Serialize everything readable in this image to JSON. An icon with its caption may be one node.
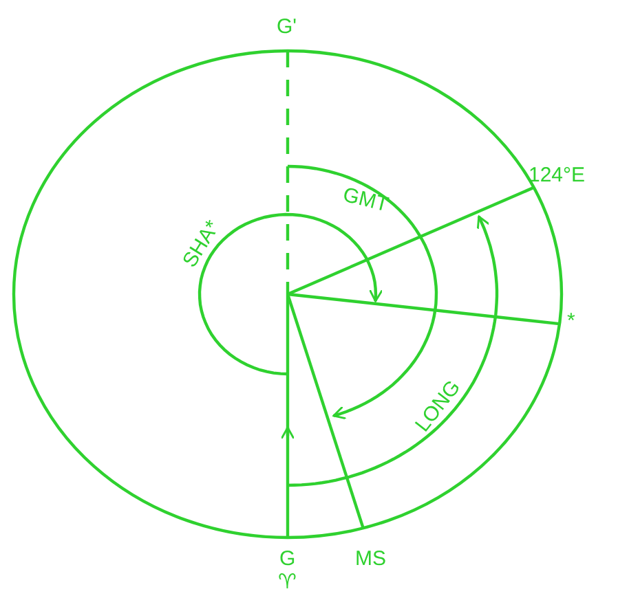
{
  "diagram": {
    "labels": [
      "G'",
      "GMT",
      "SHA*",
      "124°E",
      "*",
      "LONG",
      "G",
      "MS",
      "♈"
    ]
  }
}
